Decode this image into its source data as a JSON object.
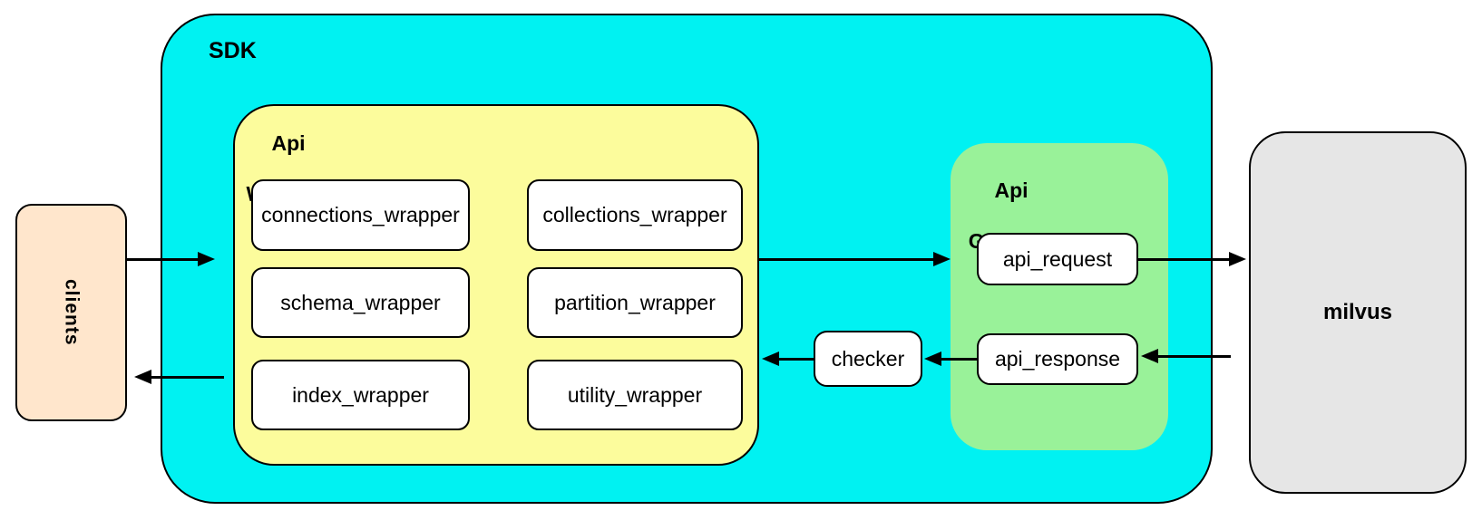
{
  "colors": {
    "sdk_fill": "#00F2F2",
    "api_wrapper_fill": "#FCFC9C",
    "api_gateway_fill": "#99F299",
    "clients_fill": "#FFE6CC",
    "milvus_fill": "#E6E6E6",
    "node_fill": "#FFFFFF",
    "stroke": "#000000"
  },
  "clients": {
    "label": "clients"
  },
  "sdk": {
    "label": "SDK"
  },
  "api_wrapper": {
    "label": [
      "Api",
      "Wrapper"
    ],
    "boxes": [
      "connections_wrapper",
      "collections_wrapper",
      "schema_wrapper",
      "partition_wrapper",
      "index_wrapper",
      "utility_wrapper"
    ]
  },
  "checker": {
    "label": "checker"
  },
  "api_gateway": {
    "label": [
      "Api",
      "Gateway"
    ],
    "boxes": [
      "api_request",
      "api_response"
    ]
  },
  "milvus": {
    "label": "milvus"
  }
}
